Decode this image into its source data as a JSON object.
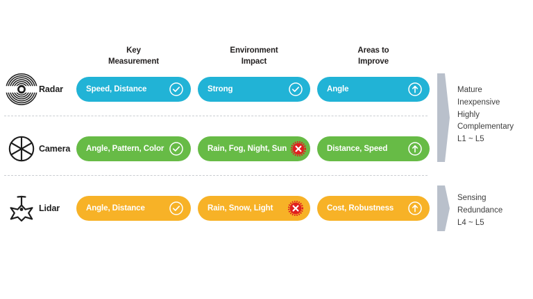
{
  "headers": [
    {
      "label": "Key\nMeasurement",
      "name": "key-measurement"
    },
    {
      "label": "Environment\nImpact",
      "name": "environment-impact"
    },
    {
      "label": "Areas to\nImprove",
      "name": "areas-to-improve"
    }
  ],
  "colors": {
    "radar": "#21b3d6",
    "camera": "#67bb46",
    "lidar": "#f7b227",
    "badge_positive": "#ffffff",
    "badge_negative": "#e02020",
    "arrow_gray": "#b9c0cb",
    "divider": "#c9ccd1",
    "text_dark": "#221f1f"
  },
  "rows": [
    {
      "sensor": "Radar",
      "icon": "radar-waves-icon",
      "color": "#21b3d6",
      "cells": [
        {
          "text": "Speed, Distance",
          "badge": "check-circle-icon"
        },
        {
          "text": "Strong",
          "badge": "check-circle-icon"
        },
        {
          "text": "Angle",
          "badge": "arrow-up-circle-icon"
        }
      ]
    },
    {
      "sensor": "Camera",
      "icon": "camera-aperture-icon",
      "color": "#67bb46",
      "cells": [
        {
          "text": "Angle, Pattern, Color",
          "badge": "check-circle-icon"
        },
        {
          "text": "Rain, Fog, Night, Sun",
          "badge": "x-circle-icon"
        },
        {
          "text": "Distance, Speed",
          "badge": "arrow-up-circle-icon"
        }
      ]
    },
    {
      "sensor": "Lidar",
      "icon": "lidar-burst-icon",
      "color": "#f7b227",
      "cells": [
        {
          "text": "Angle, Distance",
          "badge": "check-circle-icon"
        },
        {
          "text": "Rain, Snow, Light",
          "badge": "x-circle-icon"
        },
        {
          "text": "Cost, Robustness",
          "badge": "arrow-up-circle-icon"
        }
      ]
    }
  ],
  "callouts": [
    {
      "name": "callout-mature",
      "lines": [
        "Mature",
        "Inexpensive",
        "Highly",
        "Complementary",
        "L1 ~ L5"
      ]
    },
    {
      "name": "callout-sensing-redundance",
      "lines": [
        "Sensing",
        "Redundance",
        "L4 ~ L5"
      ]
    }
  ]
}
